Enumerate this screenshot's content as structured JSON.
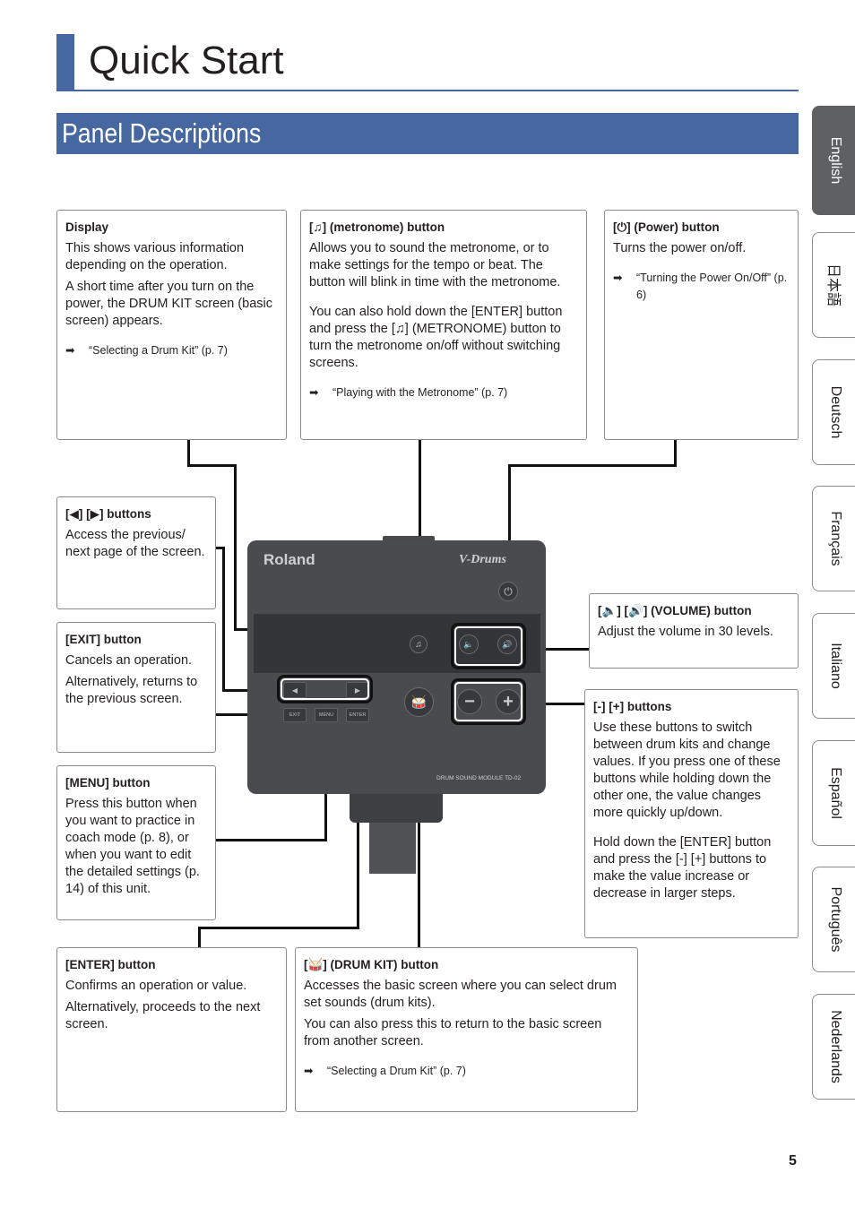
{
  "page": {
    "title": "Quick Start",
    "section": "Panel Descriptions",
    "number": "5"
  },
  "boxes": {
    "display": {
      "heading": "Display",
      "p1": "This shows various information depending on the operation.",
      "p2": "A short time after you turn on the power, the DRUM KIT screen (basic screen) appears.",
      "ref": "“Selecting a Drum Kit” (p. 7)"
    },
    "metronome": {
      "heading": "[♫] (metronome) button",
      "p1": "Allows you to sound the metronome, or to make settings for the tempo or beat. The button will blink in time with the metronome.",
      "p2": "You can also hold down the [ENTER] button and press the [♫] (METRONOME) button to turn the metronome on/off without switching screens.",
      "ref": "“Playing with the Metronome” (p. 7)"
    },
    "power": {
      "heading": "[⏻] (Power) button",
      "p1": "Turns the power on/off.",
      "ref": "“Turning the Power On/Off” (p. 6)"
    },
    "page_buttons": {
      "heading": "[◀] [▶] buttons",
      "p1": "Access the previous/ next page of the screen."
    },
    "exit": {
      "heading": "[EXIT] button",
      "p1": "Cancels an operation.",
      "p2": "Alternatively, returns to the previous screen."
    },
    "menu": {
      "heading": "[MENU] button",
      "p1": "Press this button when you want to practice in coach mode (p. 8), or when you want to edit the detailed settings (p. 14) of this unit."
    },
    "volume": {
      "heading": "[🔈] [🔊] (VOLUME) button",
      "p1": "Adjust the volume in 30 levels."
    },
    "plusminus": {
      "heading": "[-] [+] buttons",
      "p1": "Use these buttons to switch between drum kits and change values. If you press one of these buttons while holding down the other one, the value changes more quickly up/down.",
      "p2": "Hold down the [ENTER] button and press the [-] [+] buttons to make the value increase or decrease in larger steps."
    },
    "enter": {
      "heading": "[ENTER] button",
      "p1": "Confirms an operation or value.",
      "p2": "Alternatively, proceeds to the next screen."
    },
    "drumkit": {
      "heading": "[🥁] (DRUM KIT) button",
      "p1": "Accesses the basic screen where you can select drum set sounds (drum kits).",
      "p2": "You can also press this to return to the basic screen from another screen.",
      "ref": "“Selecting a Drum Kit” (p. 7)"
    }
  },
  "device": {
    "brand": "Roland",
    "series": "V-Drums",
    "model": "DRUM SOUND MODULE TD-02",
    "exit_label": "EXIT",
    "menu_label": "MENU",
    "enter_label": "ENTER",
    "minus_label": "−",
    "plus_label": "+",
    "prev_label": "◀",
    "next_label": "▶",
    "power_symbol": "⏻",
    "metronome_symbol": "♫",
    "vol_down_symbol": "🔈",
    "vol_up_symbol": "🔊",
    "drumkit_symbol": "🥁"
  },
  "ref_arrow": "➡",
  "languages": [
    "English",
    "日本語",
    "Deutsch",
    "Français",
    "Italiano",
    "Español",
    "Português",
    "Nederlands"
  ],
  "active_language": "English",
  "colors": {
    "accent": "#46679f",
    "device": "#4a4b4e",
    "active_tab": "#5f6062"
  }
}
